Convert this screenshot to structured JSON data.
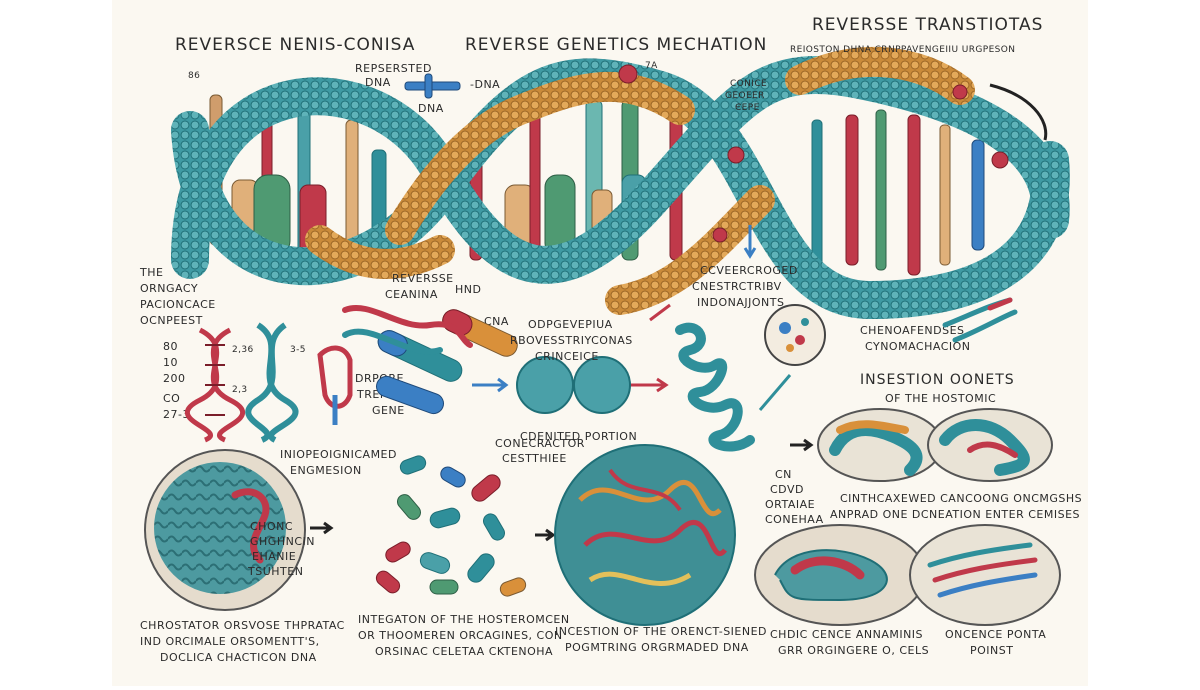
{
  "titles": {
    "left": "REVERSCE NENIS-CONISA",
    "center": "REVERSE GENETICS MECHATION",
    "right": "REVERSSE TRANSTIOTAS",
    "right_sub": "REIOSTON DHNA CRNPPAVENGEIIU URGPESON"
  },
  "labels": {
    "represented_dna": [
      "REPSERSTED",
      "DNA"
    ],
    "dna_tag": "DNA",
    "dna_tag2": "-DNA",
    "conice": [
      "CONICE",
      "GEOEER",
      "ЄEPE"
    ],
    "small_num_a": "86",
    "small_num_b": "7A",
    "orgacy": [
      "THE",
      "ORNGACY",
      "PACIONCACE",
      "OCNPEEST"
    ],
    "scale": [
      "80",
      "10",
      "200",
      "CO",
      "27-3"
    ],
    "scale_marks": [
      "2,36",
      "2,3",
      "3-5"
    ],
    "reverse_ceanina": [
      "REVERSSE",
      "CEANINA",
      "HND"
    ],
    "cna": "CNA",
    "opg": [
      "ODPGEVEPIUA",
      "RBOVESSTRIYCONAS",
      "CRINCEICE"
    ],
    "covercroged": [
      "CCVEERCROGED",
      "CNESTRCTRIBV",
      "INDONAJJONTS"
    ],
    "chenoafendses": [
      "CHENOAFENDSES",
      "CYNOMACHACION"
    ],
    "dpr": [
      "DRPORE",
      "TREMEEN",
      "GENE"
    ],
    "inio": [
      "INIOPEOIGNICAMED",
      "ENGMESION"
    ],
    "cdenited": "CDENITED PORTION",
    "conecractor": [
      "CONECRACTOR",
      "CESTTHIEE"
    ],
    "insestion": [
      "INSESTION OONETS",
      "OF THE HOSTOMIC"
    ],
    "cn_cdvd": [
      "CN",
      "CDVD",
      "ORTAIAE",
      "CONEHAA"
    ],
    "cinthcaxewed": [
      "CINTHCAXEWED CANCOONG ONCMGSHS",
      "ANPRAD ONE DCNEATION ENTER CEMISES"
    ],
    "chonc": [
      "CHONC",
      "GHGHNCIN",
      "EHANIE",
      "TSUHTEN"
    ],
    "bottom_1": [
      "CHROSTATOR ORSVOSE THPRATAC",
      "IND ORCIMALE ORSOMENTT'S,",
      "DOCLICA CHACTICON DNA"
    ],
    "bottom_2": [
      "INTEGATON OF THE HOSTEROMCEN",
      "OR THOOMEREN ORCAGINES, CON",
      "ORSINAC CELETAA CKTENOHA"
    ],
    "bottom_3": [
      "INCESTION OF THE ORENCT-SIENED",
      "POGMTRING ORGRMADED DNA"
    ],
    "bottom_4": [
      "CHDIC CENCE ANNAMINIS",
      "GRR ORGINGERE O, CELS"
    ],
    "bottom_5": [
      "ONCENCE PONTA",
      "POINST"
    ]
  },
  "colors": {
    "background": "#ffffff",
    "paper": "#fbf8f1",
    "teal": "#2f8f9a",
    "teal_dark": "#1f6f77",
    "orange": "#d9903a",
    "red": "#c0394a",
    "green": "#4f9a72",
    "blue": "#3b7fc4",
    "ink": "#2b2b2b"
  }
}
